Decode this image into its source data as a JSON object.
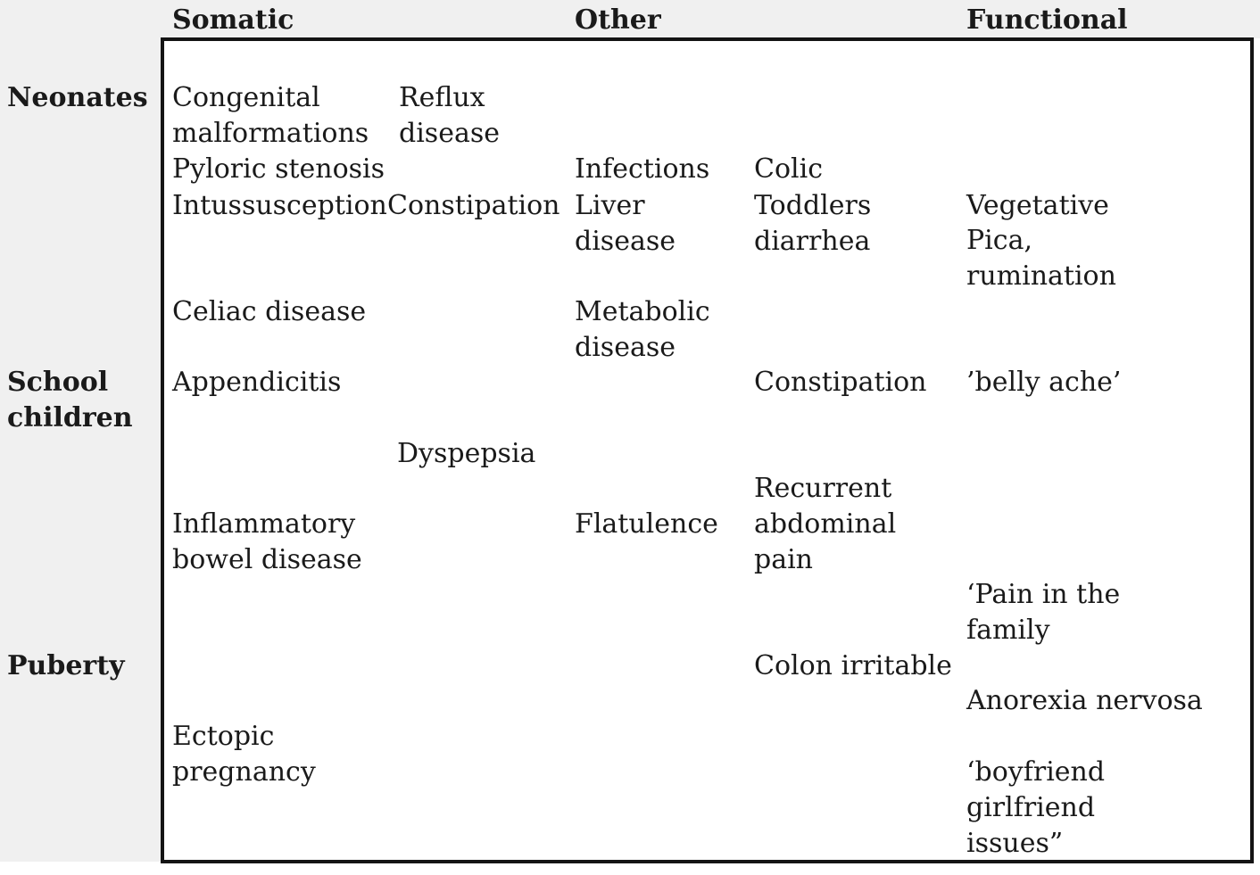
{
  "headers": {
    "somatic": "Somatic",
    "other": "Other",
    "functional": "Functional"
  },
  "age_groups": {
    "neonates": "Neonates",
    "school_children": [
      "School",
      "children"
    ],
    "puberty": "Puberty"
  },
  "somatic_col1": {
    "congenital_malformations": [
      "Congenital",
      "malformations"
    ],
    "pyloric_stenosis": "Pyloric stenosis",
    "intussusception": "Intussusception",
    "celiac_disease": "Celiac disease",
    "appendicitis": "Appendicitis",
    "inflammatory_bowel_disease": [
      "Inflammatory",
      "bowel disease"
    ],
    "ectopic_pregnancy": [
      "Ectopic",
      "pregnancy"
    ]
  },
  "somatic_col2": {
    "reflux_disease": [
      "Reflux",
      "disease"
    ],
    "constipation": "Constipation",
    "dyspepsia": "Dyspepsia"
  },
  "other_col": {
    "infections": "Infections",
    "liver_disease": [
      "Liver",
      "disease"
    ],
    "metabolic_disease": [
      "Metabolic",
      "disease"
    ],
    "flatulence": "Flatulence"
  },
  "other_col2": {
    "colic": "Colic",
    "toddlers_diarrhea": [
      "Toddlers",
      "diarrhea"
    ],
    "constipation": "Constipation",
    "recurrent_abdominal_pain": [
      "Recurrent",
      "abdominal",
      "pain"
    ],
    "colon_irritable": "Colon irritable"
  },
  "functional_col": {
    "vegetative": "Vegetative",
    "pica_rumination": [
      "Pica,",
      "rumination"
    ],
    "belly_ache": "’belly ache’",
    "pain_in_family": [
      "‘Pain in the",
      "family"
    ],
    "anorexia_nervosa": "Anorexia nervosa",
    "boyfriend_issues": [
      "‘boyfriend",
      "girlfriend",
      "issues”"
    ]
  }
}
